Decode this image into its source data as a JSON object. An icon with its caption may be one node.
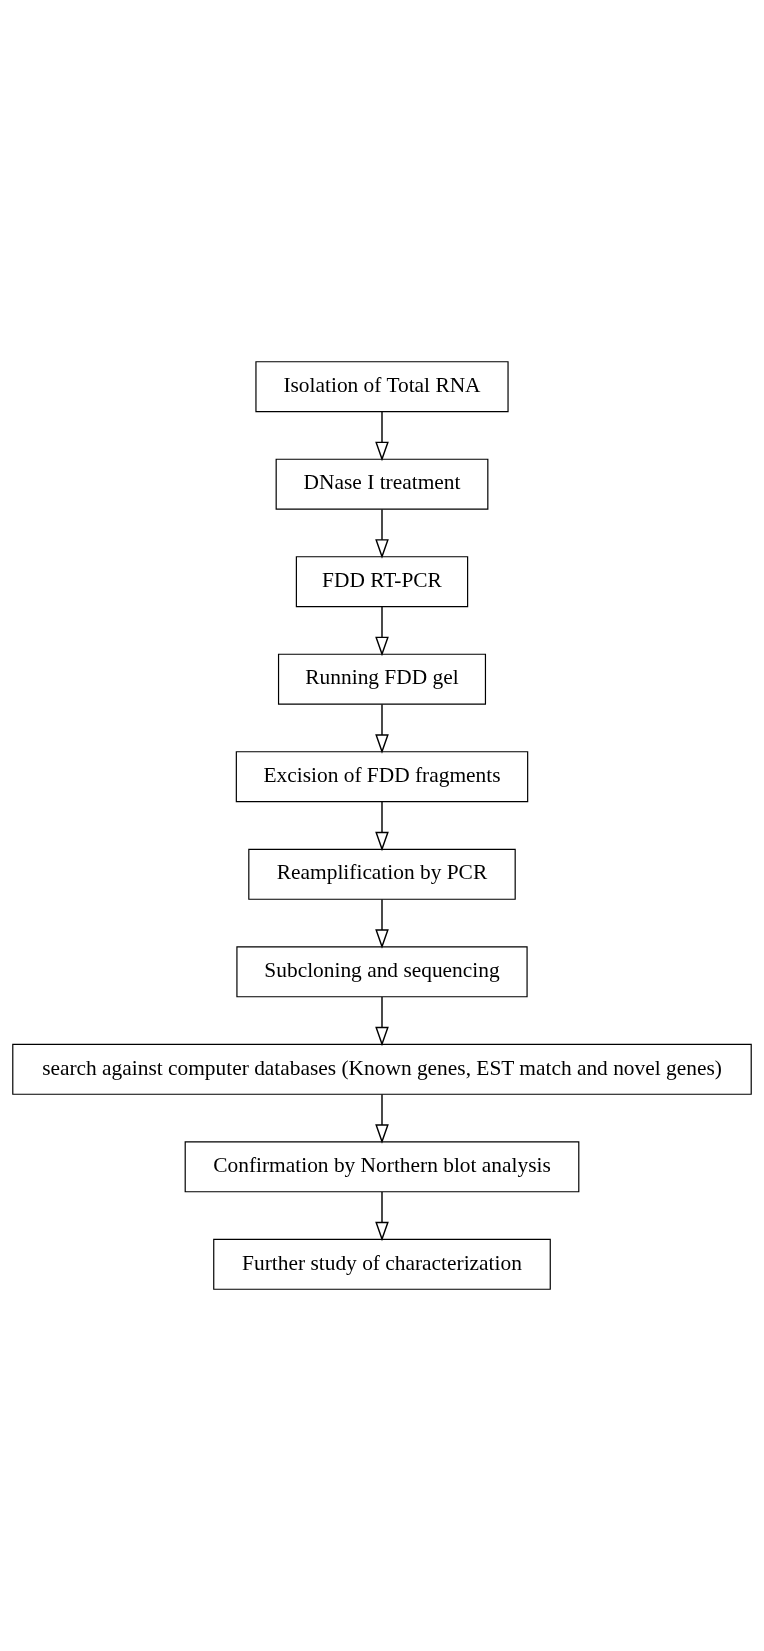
{
  "diagram": {
    "nodes": [
      {
        "text": [
          "Isolation of Total RNA"
        ]
      },
      {
        "text": [
          "DNase I treatment"
        ]
      },
      {
        "text": [
          "FDD RT-PCR"
        ]
      },
      {
        "text": [
          "Running FDD gel"
        ]
      },
      {
        "text": [
          "Excision of FDD fragments"
        ]
      },
      {
        "text": [
          "Reamplification by PCR"
        ]
      },
      {
        "text": [
          "Subcloning and sequencing"
        ]
      },
      {
        "text": [
          "search against computer databases (Known genes, EST match and novel genes)"
        ]
      },
      {
        "text": [
          "Confirmation by Northern blot analysis"
        ]
      },
      {
        "text": [
          "Further study of characterization"
        ]
      }
    ],
    "edges": [
      {
        "from": 0,
        "to": 1,
        "arrow": "to"
      },
      {
        "from": 1,
        "to": 2,
        "arrow": "to"
      },
      {
        "from": 2,
        "to": 3,
        "arrow": "to"
      },
      {
        "from": 3,
        "to": 4,
        "arrow": "to"
      },
      {
        "from": 4,
        "to": 5,
        "arrow": "to"
      },
      {
        "from": 5,
        "to": 6,
        "arrow": "to"
      },
      {
        "from": 6,
        "to": 7,
        "arrow": "to"
      },
      {
        "from": 7,
        "to": 8,
        "arrow": "to"
      },
      {
        "from": 8,
        "to": 9,
        "arrow": "to"
      }
    ]
  }
}
